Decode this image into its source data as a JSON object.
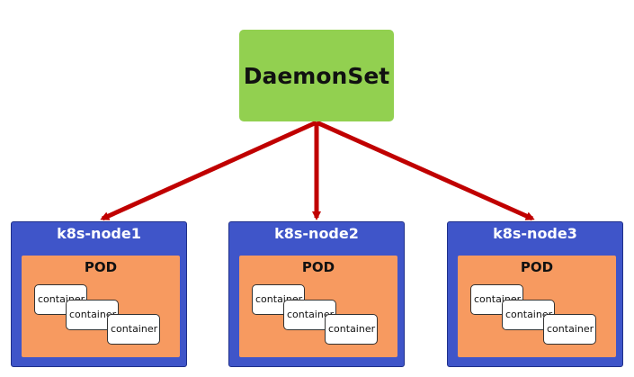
{
  "daemonset": {
    "label": "DaemonSet"
  },
  "nodes": [
    {
      "name": "k8s-node1",
      "pod": {
        "label": "POD",
        "containers": [
          "container",
          "container",
          "container"
        ]
      }
    },
    {
      "name": "k8s-node2",
      "pod": {
        "label": "POD",
        "containers": [
          "container",
          "container",
          "container"
        ]
      }
    },
    {
      "name": "k8s-node3",
      "pod": {
        "label": "POD",
        "containers": [
          "container",
          "container",
          "container"
        ]
      }
    }
  ],
  "colors": {
    "daemonset": "#92d050",
    "node": "#3f55c9",
    "pod": "#f79a60",
    "arrow": "#c00000"
  }
}
